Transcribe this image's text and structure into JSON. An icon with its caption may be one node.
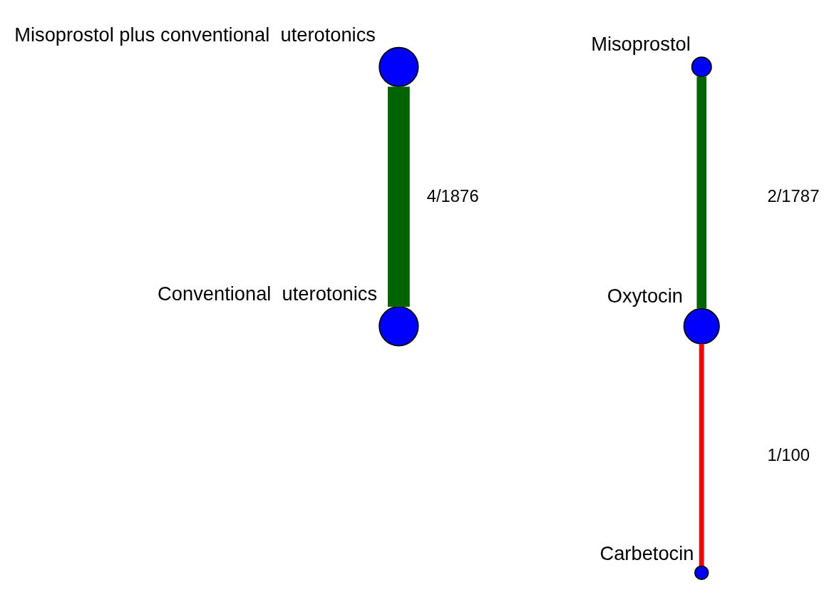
{
  "diagram": {
    "nodes": [
      {
        "text": [],
        "shape": "circle",
        "beside": [
          "Conventional  uterotonics"
        ]
      },
      {
        "text": [],
        "shape": "circle",
        "beside": [
          "Misoprostol"
        ]
      },
      {
        "text": [],
        "shape": "circle",
        "beside": [
          "Carbetocin"
        ]
      },
      {
        "text": [],
        "shape": "circle",
        "beside": [
          "Misoprostol plus conventional  uterotonics"
        ]
      },
      {
        "text": [],
        "shape": "circle",
        "beside": [
          "Oxytocin"
        ]
      }
    ],
    "edges": [
      {
        "from": 3,
        "to": 0,
        "arrow": "none",
        "label": "4/1876",
        "style": "thick"
      },
      {
        "from": 1,
        "to": 4,
        "arrow": "none",
        "label": "2/1787"
      },
      {
        "from": 4,
        "to": 2,
        "arrow": "none",
        "label": "1/100",
        "color": "#ff0000"
      }
    ]
  }
}
